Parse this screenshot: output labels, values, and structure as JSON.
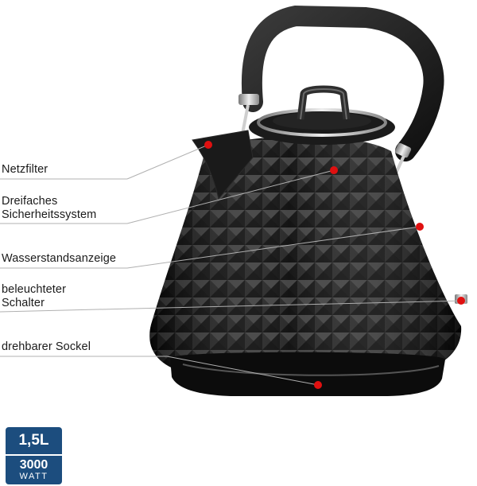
{
  "colors": {
    "marker": "#e01010",
    "line": "#b0b0b0",
    "badge": "#1c4d7e",
    "kettle": "#141414"
  },
  "features": [
    {
      "line1": "Netzfilter",
      "line2": ""
    },
    {
      "line1": "Dreifaches",
      "line2": "Sicherheitssystem"
    },
    {
      "line1": "Wasserstandsanzeige",
      "line2": ""
    },
    {
      "line1": "beleuchteter",
      "line2": "Schalter"
    },
    {
      "line1": "drehbarer Sockel",
      "line2": ""
    }
  ],
  "badges": {
    "capacity": "1,5L",
    "power_value": "3000",
    "power_unit": "WATT"
  }
}
